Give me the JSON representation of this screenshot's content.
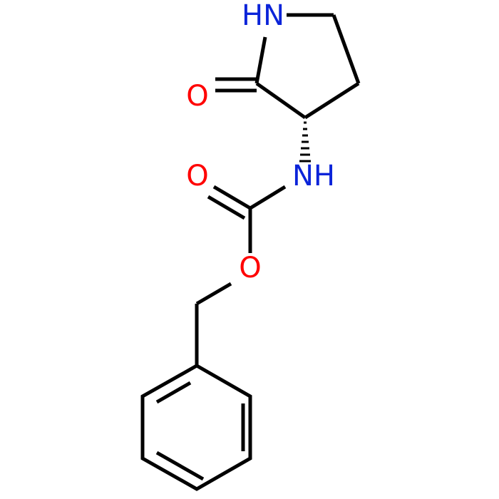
{
  "colors": {
    "bond": "#000000",
    "nitrogen": "#0b24d9",
    "oxygen": "#ff0000",
    "background": "#ffffff"
  },
  "atoms": {
    "ring_nh": "HN",
    "lactam_o": "O",
    "carbamate_nh": "NH",
    "carbonyl_o": "O",
    "ester_o": "O"
  }
}
